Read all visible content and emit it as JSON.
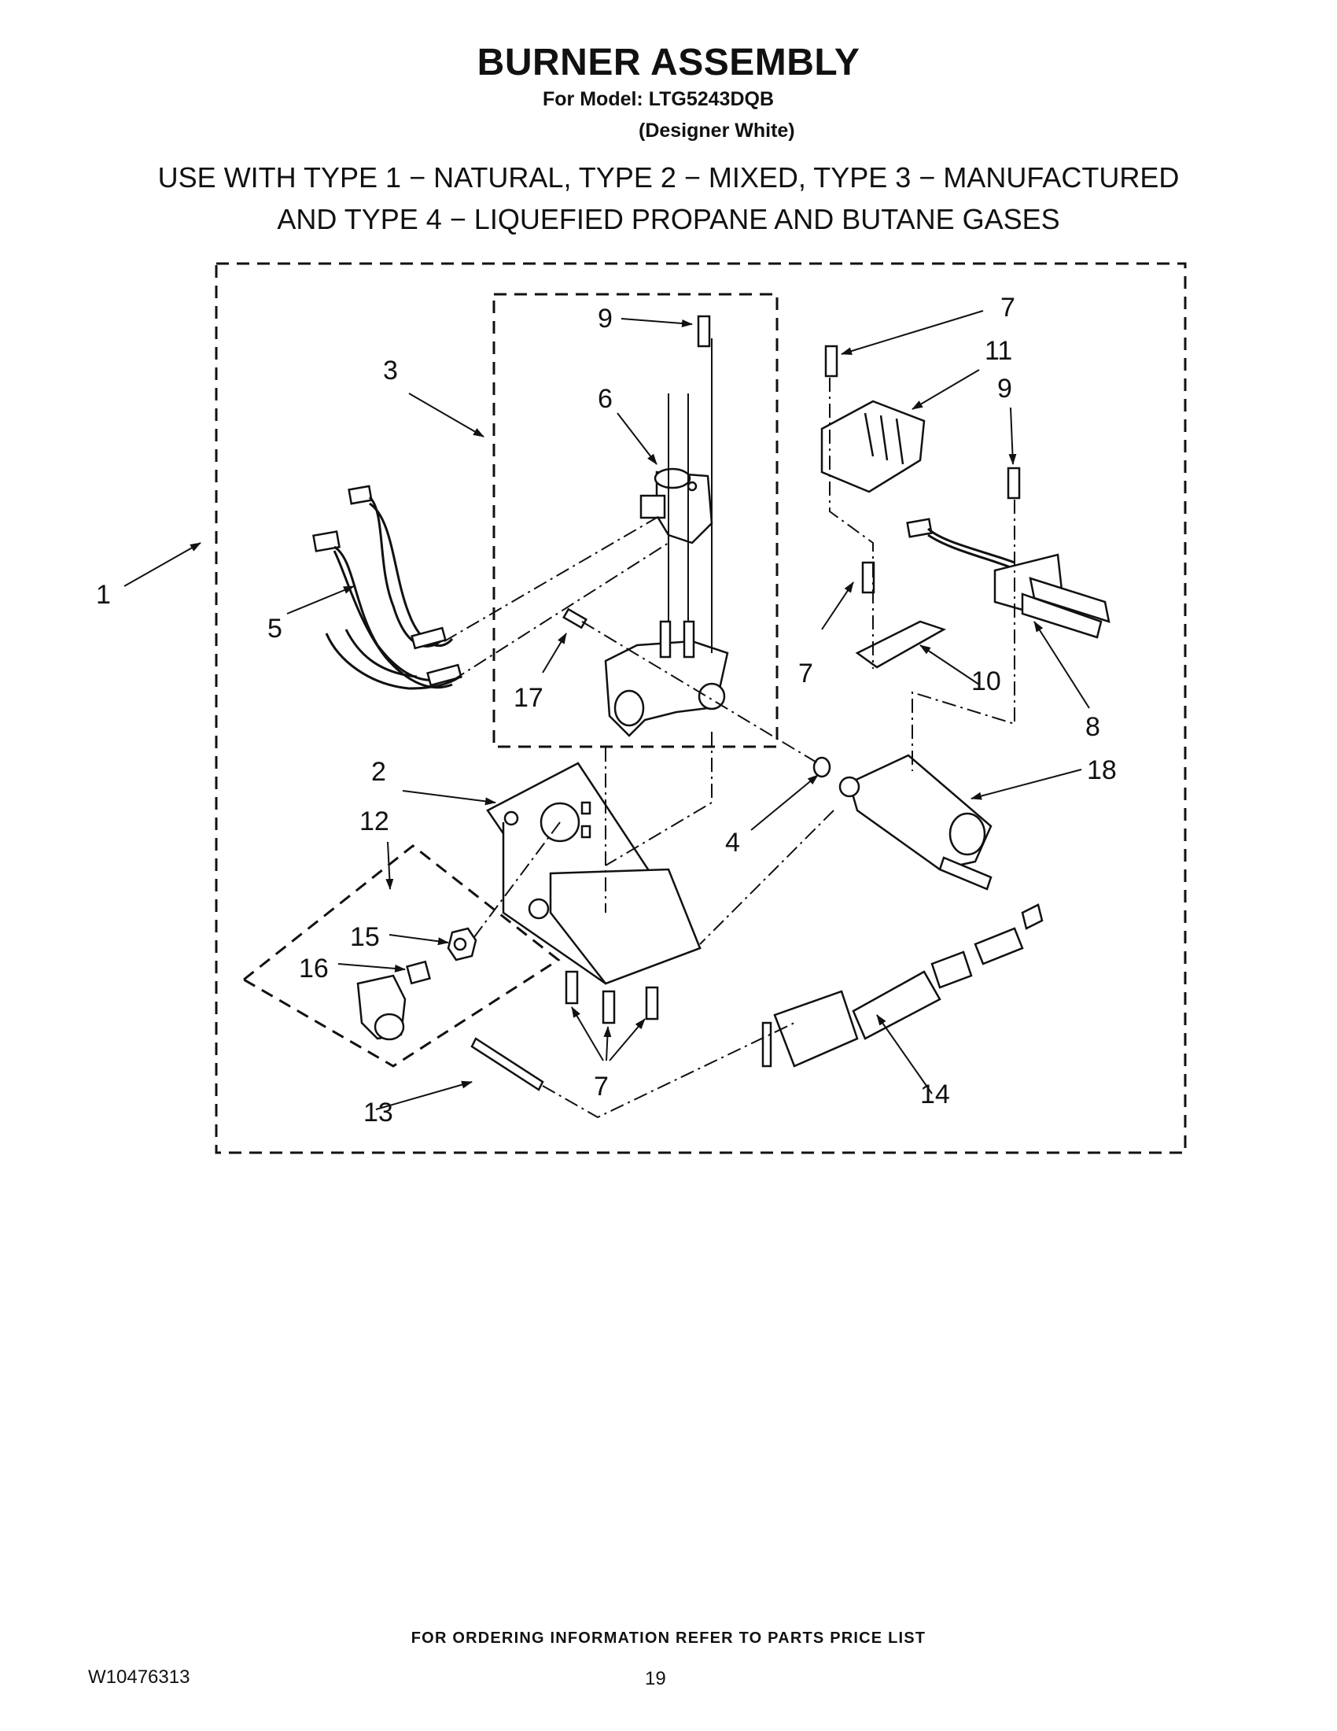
{
  "header": {
    "title": "BURNER ASSEMBLY",
    "model_line": "For Model: LTG5243DQB",
    "variant_line": "(Designer White)",
    "gas_line_1": "USE WITH TYPE 1 − NATURAL, TYPE 2 − MIXED, TYPE 3 − MANUFACTURED",
    "gas_line_2": "AND TYPE 4 − LIQUEFIED PROPANE AND BUTANE GASES"
  },
  "diagram": {
    "callouts": {
      "c1": "1",
      "c2": "2",
      "c3": "3",
      "c4": "4",
      "c5": "5",
      "c6": "6",
      "c7": "7",
      "c8": "8",
      "c9": "9",
      "c10": "10",
      "c11": "11",
      "c12": "12",
      "c13": "13",
      "c14": "14",
      "c15": "15",
      "c16": "16",
      "c17": "17",
      "c18": "18"
    }
  },
  "footer": {
    "ordering_note": "FOR ORDERING INFORMATION REFER TO PARTS PRICE LIST",
    "document_number": "W10476313",
    "page_number": "19"
  }
}
